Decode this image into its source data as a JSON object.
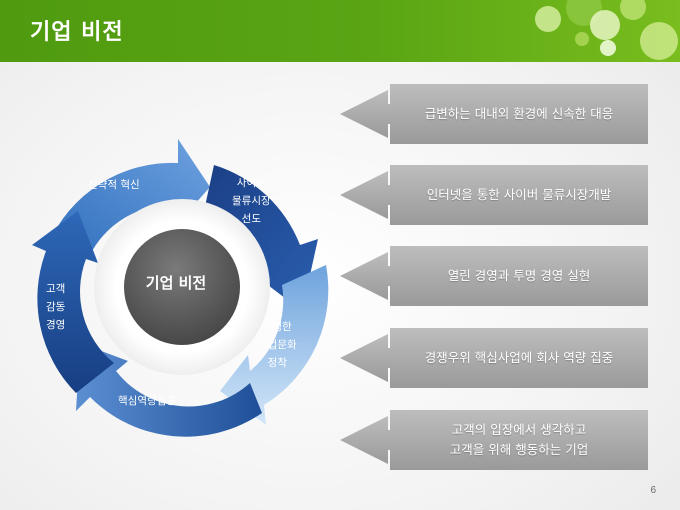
{
  "header": {
    "title": "기업 비전"
  },
  "center": {
    "label": "기업 비전"
  },
  "cycle": {
    "segments": [
      {
        "lines": [
          "전략적 혁신"
        ]
      },
      {
        "lines": [
          "사이버",
          "물류시장",
          "선도"
        ]
      },
      {
        "lines": [
          "투명한",
          "기업문화",
          "정착"
        ]
      },
      {
        "lines": [
          "핵심역량집중"
        ]
      },
      {
        "lines": [
          "고객",
          "감동",
          "경영"
        ]
      }
    ]
  },
  "items": [
    {
      "lines": [
        "급변하는 대내외 환경에 신속한 대응"
      ]
    },
    {
      "lines": [
        "인터넷을 통한 사이버 물류시장개발"
      ]
    },
    {
      "lines": [
        "열린 경영과 투명 경영 실현"
      ]
    },
    {
      "lines": [
        "경쟁우위 핵심사업에 회사 역량 집중"
      ]
    },
    {
      "lines": [
        "고객의 입장에서 생각하고",
        "고객을 위해 행동하는 기업"
      ]
    }
  ],
  "page_number": "6",
  "colors": {
    "header_green": "#5aa514",
    "arrow_gray": "#a9a9a9",
    "cycle_dark_blue": "#1d4f9c",
    "cycle_light_blue": "#9fc6ec",
    "center_gray": "#5c5c5c"
  }
}
